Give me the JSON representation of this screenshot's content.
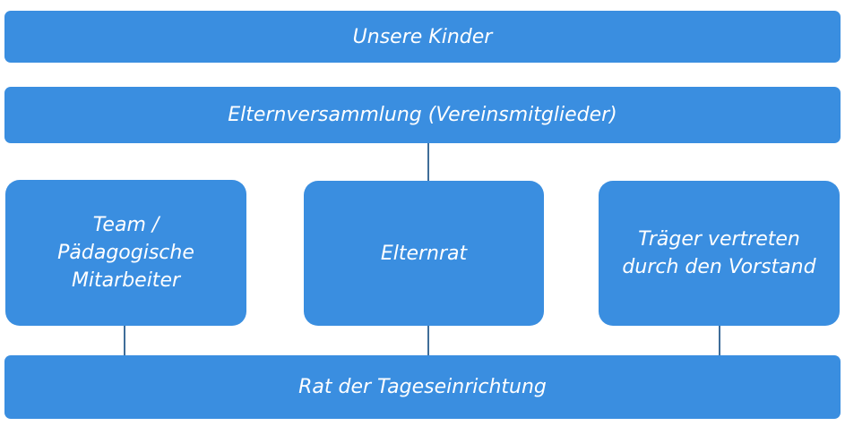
{
  "nodes": {
    "top": "Unsere Kinder",
    "assembly": "Elternversammlung (Vereinsmitglieder)",
    "team": [
      "Team /",
      "Pädagogische",
      "Mitarbeiter"
    ],
    "parents_council": "Elternrat",
    "carrier": [
      "Träger vertreten",
      "durch den Vorstand"
    ],
    "bottom": "Rat der Tageseinrichtung"
  },
  "colors": {
    "box": "#3a8ee0",
    "connector": "#3f6d99",
    "text": "#ffffff"
  }
}
